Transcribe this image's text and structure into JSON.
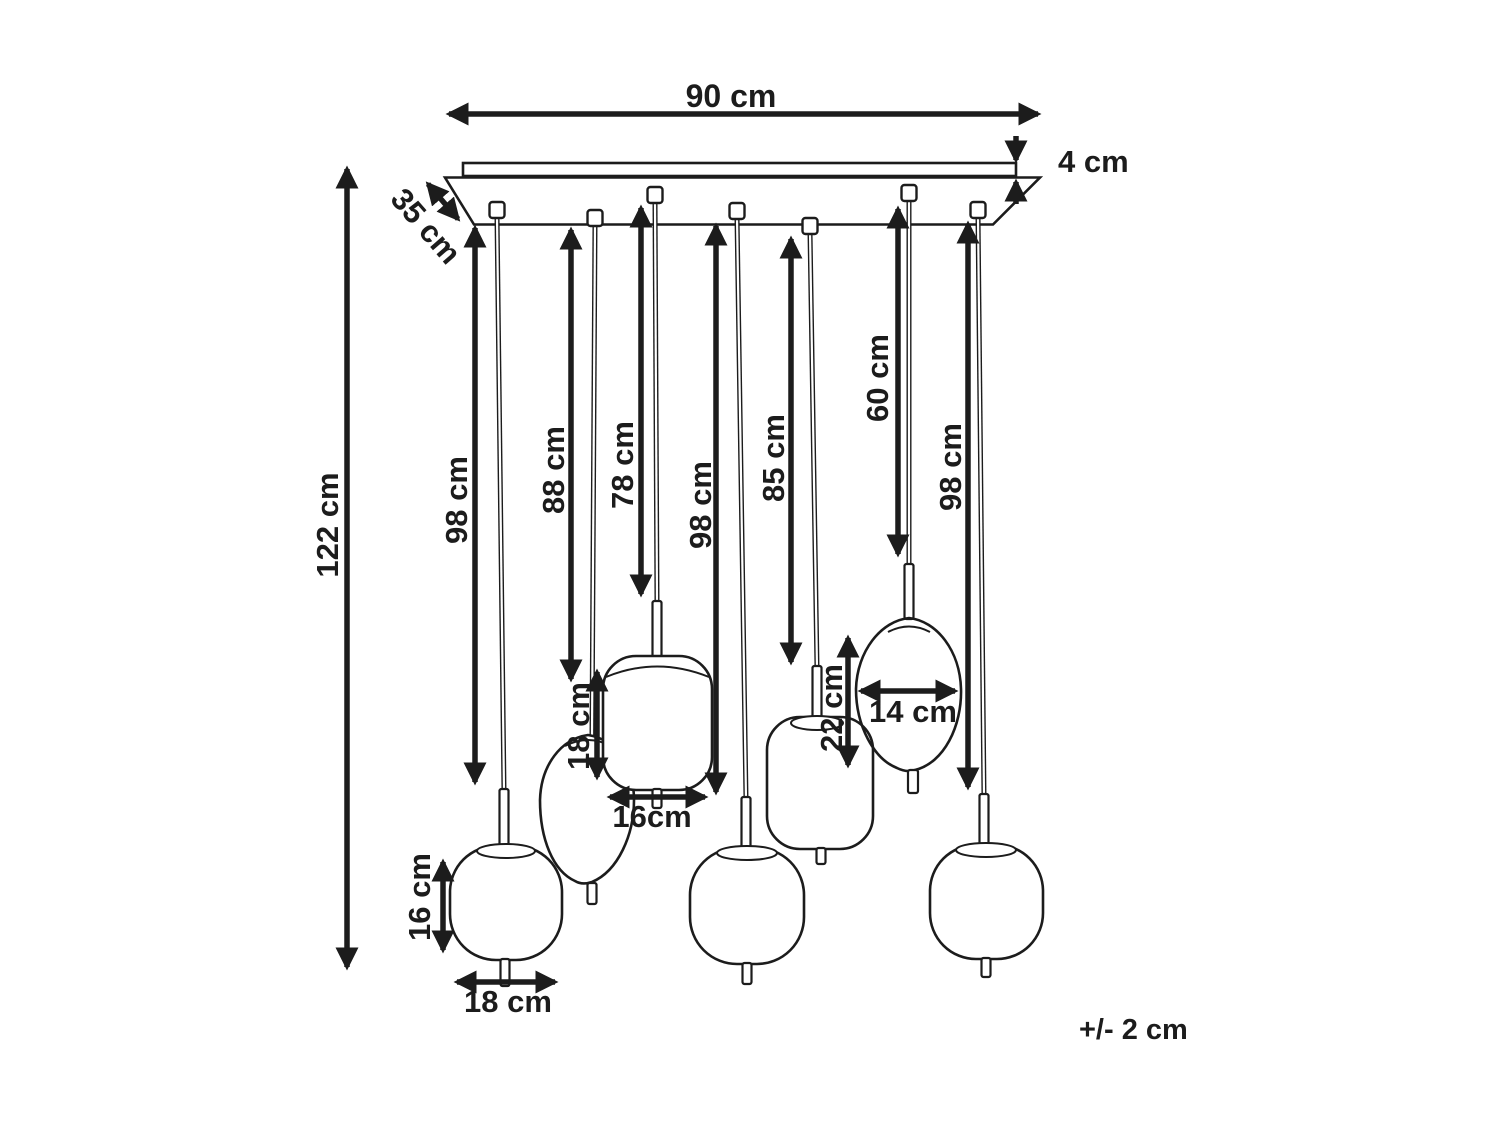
{
  "meta": {
    "tolerance": "+/- 2 cm"
  },
  "canopy": {
    "width": "90 cm",
    "height": "4 cm",
    "depth": "35 cm"
  },
  "overall_height": "122 cm",
  "cords": [
    {
      "label": "98 cm"
    },
    {
      "label": "88 cm"
    },
    {
      "label": "78 cm"
    },
    {
      "label": "98 cm"
    },
    {
      "label": "85 cm"
    },
    {
      "label": "60 cm"
    },
    {
      "label": "98 cm"
    }
  ],
  "shades": {
    "lantern_height": "18 cm",
    "lantern_width": "16cm",
    "oval_height": "22 cm",
    "teardrop_width": "14 cm",
    "globe_height": "16 cm",
    "globe_width": "18 cm"
  },
  "colors": {
    "ink": "#1c1c1c",
    "background": "#ffffff"
  }
}
